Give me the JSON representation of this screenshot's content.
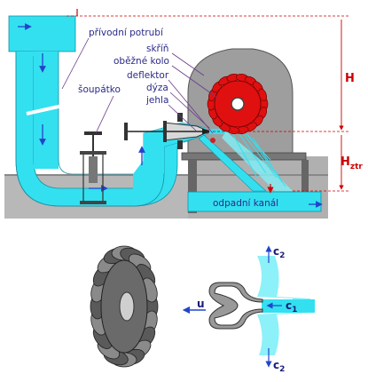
{
  "labels": {
    "privodni_potrubi": "přívodní potrubí",
    "skrin": "skříň",
    "obezne_kolo": "oběžné kolo",
    "deflektor": "deflektor",
    "dyza": "dýza",
    "jehla": "jehla",
    "soupatko": "šoupátko",
    "odpadni_kanal": "odpadní kanál"
  },
  "dimensions": {
    "H": "H",
    "H_ztr_main": "H",
    "H_ztr_sub": "ztr"
  },
  "vectors": {
    "c2_top_main": "c",
    "c2_top_sub": "2",
    "c1_main": "c",
    "c1_sub": "1",
    "u": "u",
    "c2_bottom_main": "c",
    "c2_bottom_sub": "2"
  },
  "colors": {
    "water": "#33e0f0",
    "ground": "#b8b8b8",
    "housing": "#9a9a9a",
    "runner": "#e01010",
    "labels": "#2a2a8a",
    "dimension": "#cc0000"
  }
}
